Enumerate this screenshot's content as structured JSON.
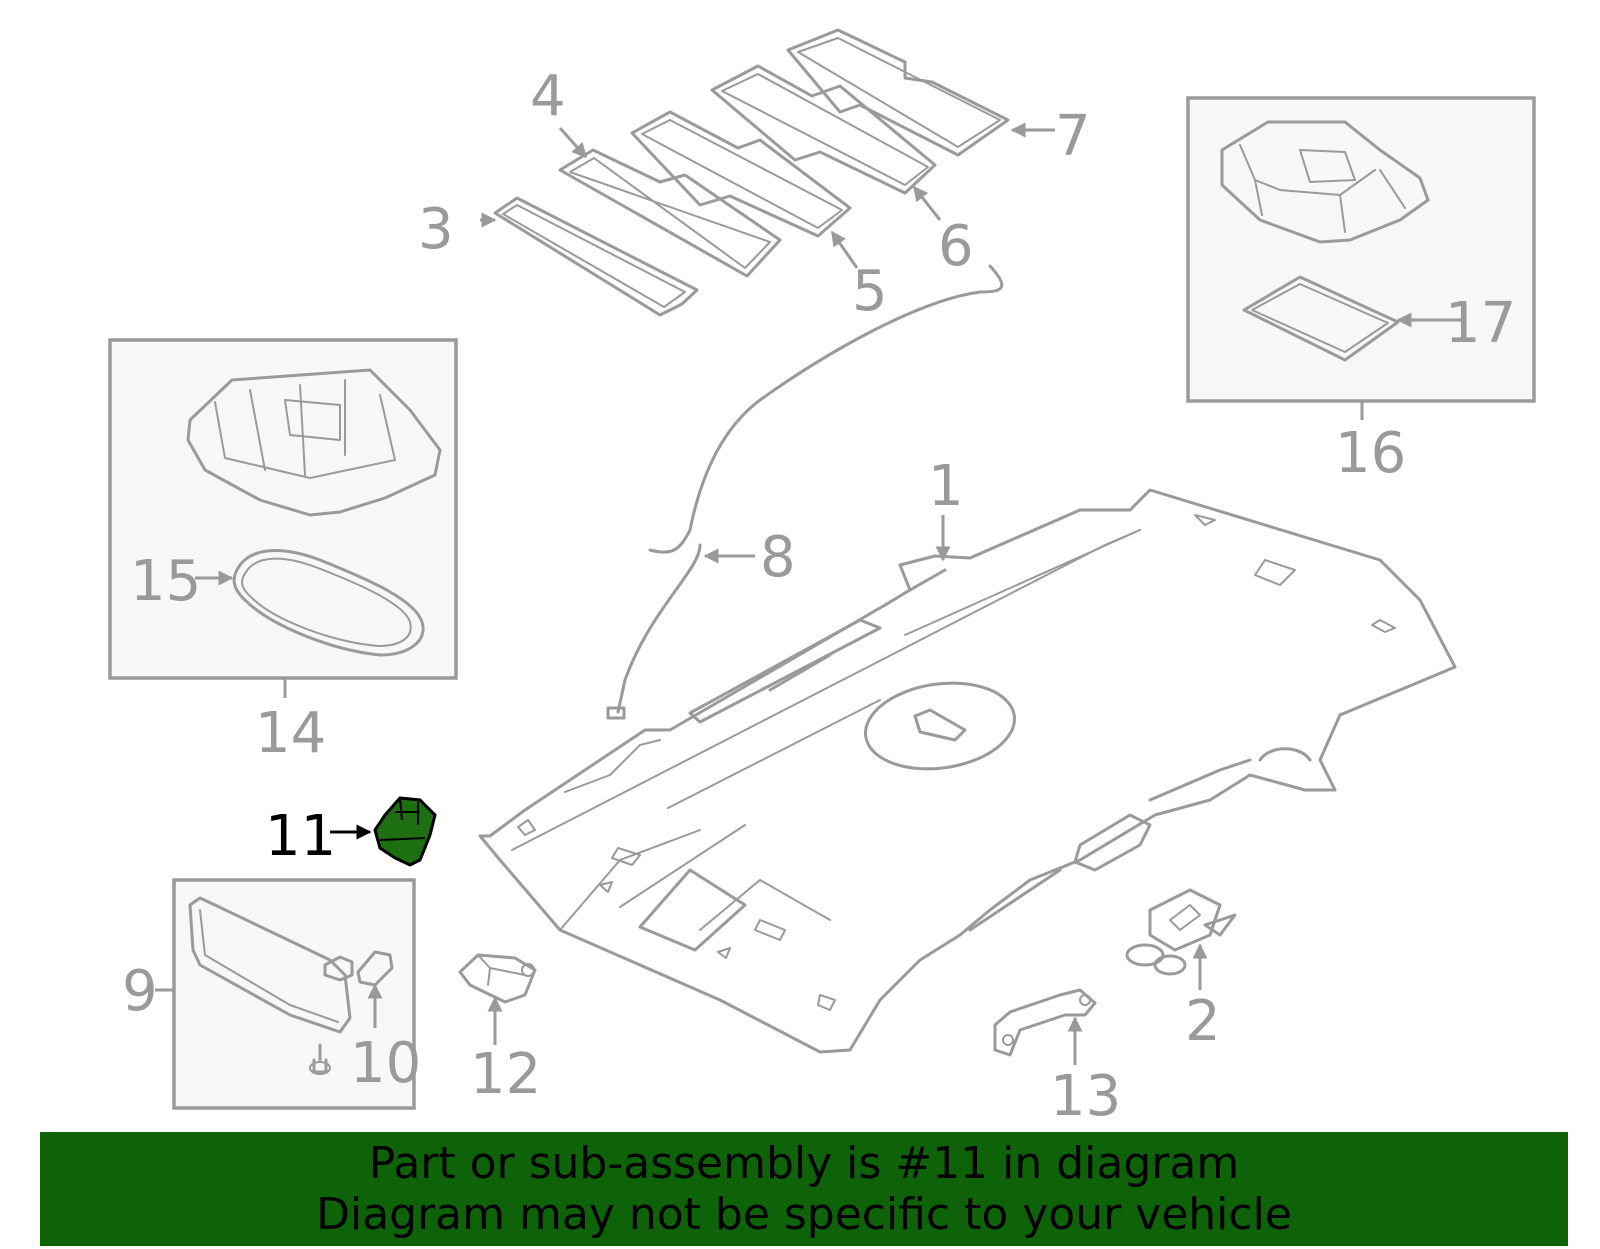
{
  "callouts": {
    "c1": "1",
    "c2": "2",
    "c3": "3",
    "c4": "4",
    "c5": "5",
    "c6": "6",
    "c7": "7",
    "c8": "8",
    "c9": "9",
    "c10": "10",
    "c11": "11",
    "c12": "12",
    "c13": "13",
    "c14": "14",
    "c15": "15",
    "c16": "16",
    "c17": "17"
  },
  "highlight": {
    "part_number": "11",
    "color": "#0e6308"
  },
  "banner": {
    "line1": "Part or sub-assembly is #11 in diagram",
    "line2": "Diagram may not be specific to your vehicle",
    "background": "#0e6308"
  },
  "colors": {
    "outline": "#9a9a9a",
    "box_fill": "#f7f7f7",
    "highlight_part": "#1d6f12"
  }
}
